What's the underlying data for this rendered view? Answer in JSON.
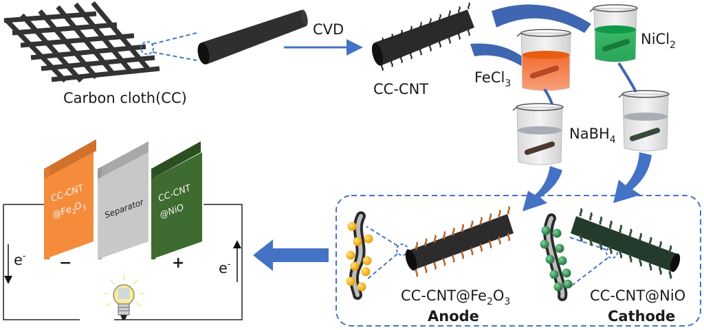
{
  "title": "Synthesis of CC-CNT@Fe2O3 anode and CC-CNT@NiO cathode and assembled asymmetric device",
  "colors": {
    "arrow_blue": "#4472c4",
    "carbon": "#2f2f2f",
    "fecl3_solution": "#f26b2a",
    "nicl2_solution": "#1faa5a",
    "anode_plate": "#f58c3c",
    "separator_plate": "#c8c8c8",
    "cathode_plate": "#3e6b2f",
    "fe2o3_particle": "#f5b400",
    "nio_particle": "#2e8b4a"
  },
  "steps": {
    "cloth_label": "Carbon cloth(CC)",
    "process_label": "CVD",
    "cnt_label": "CC-CNT",
    "reagents": {
      "fecl3": {
        "base": "FeCl",
        "sub": "3"
      },
      "nicl2": {
        "base": "NiCl",
        "sub": "2"
      },
      "nabh4": {
        "base": "NaBH",
        "sub": "4"
      }
    }
  },
  "products": {
    "anode": {
      "formula_base": "CC-CNT@Fe",
      "sub1": "2",
      "mid": "O",
      "sub2": "3",
      "role": "Anode"
    },
    "cathode": {
      "formula": "CC-CNT@NiO",
      "role": "Cathode"
    }
  },
  "device": {
    "anode_plate": {
      "line1": "CC-CNT",
      "line2_base": "@Fe",
      "sub1": "2",
      "mid": "O",
      "sub2": "3"
    },
    "separator": "Separator",
    "cathode_plate": {
      "line1": "CC-CNT",
      "line2": "@NiO"
    },
    "minus": "−",
    "plus": "+",
    "electron_left": {
      "base": "e",
      "sup": "-"
    },
    "electron_right": {
      "base": "e",
      "sup": "-"
    }
  }
}
